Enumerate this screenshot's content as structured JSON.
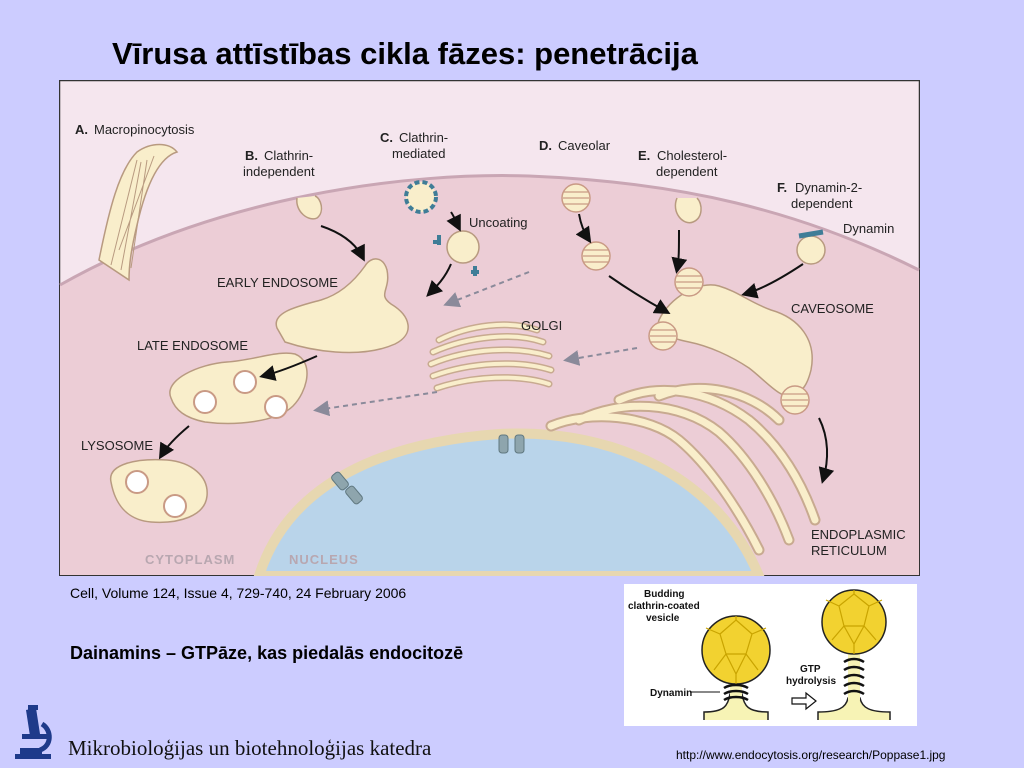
{
  "title": "Vīrusa attīstības cikla fāzes: penetrācija",
  "figure": {
    "labels": {
      "a_letter": "A.",
      "a_text": "Macropinocytosis",
      "b_letter": "B.",
      "b_line1": "Clathrin-",
      "b_line2": "independent",
      "c_letter": "C.",
      "c_line1": "Clathrin-",
      "c_line2": "mediated",
      "d_letter": "D.",
      "d_text": "Caveolar",
      "e_letter": "E.",
      "e_line1": "Cholesterol-",
      "e_line2": "dependent",
      "f_letter": "F.",
      "f_line1": "Dynamin-2-",
      "f_line2": "dependent",
      "uncoating": "Uncoating",
      "dynamin": "Dynamin",
      "early_endosome": "EARLY ENDOSOME",
      "golgi": "GOLGI",
      "caveosome": "CAVEOSOME",
      "late_endosome": "LATE ENDOSOME",
      "lysosome": "LYSOSOME",
      "er_line1": "ENDOPLASMIC",
      "er_line2": "RETICULUM",
      "cytoplasm": "CYTOPLASM",
      "nucleus": "NUCLEUS"
    }
  },
  "caption": "Cell, Volume 124, Issue 4, 729-740, 24 February 2006",
  "subtitle": "Dainamins – GTPāze, kas piedalās endocitozē",
  "inset": {
    "budding_line1": "Budding",
    "budding_line2": "clathrin-coated",
    "budding_line3": "vesicle",
    "gtp_line1": "GTP",
    "gtp_line2": "hydrolysis",
    "dynamin": "Dynamin"
  },
  "footer": {
    "department": "Mikrobioloģijas un biotehnoloģijas katedra",
    "url": "http://www.endocytosis.org/research/Poppase1.jpg"
  },
  "colors": {
    "background": "#ccccff",
    "cytoplasm": "#eccdd6",
    "extracellular": "#f5e6ee",
    "membrane_fill": "#f9eecb",
    "nucleus": "#b9d4ea",
    "coat": "#3f7d97",
    "clathrin_cage": "#f2d230"
  },
  "icons": {
    "logo": "microscope-icon"
  }
}
